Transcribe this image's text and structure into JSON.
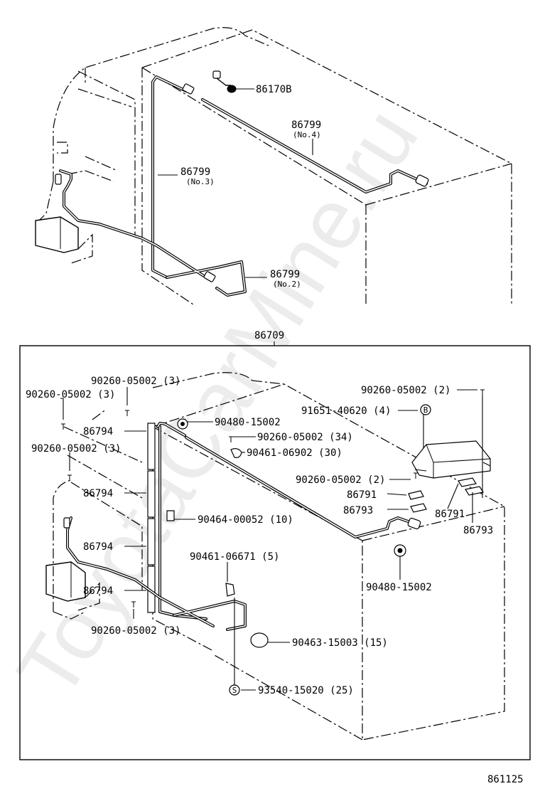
{
  "watermark": "ToyotaCarMine.ru",
  "diagram_id": "861125",
  "assembly_label": "86709",
  "top_view": {
    "labels": [
      {
        "id": "86170B",
        "text": "86170B"
      },
      {
        "id": "86799_no4",
        "text": "86799",
        "sub": "(No.4)"
      },
      {
        "id": "86799_no3",
        "text": "86799",
        "sub": "(No.3)"
      },
      {
        "id": "86799_no2",
        "text": "86799",
        "sub": "(No.2)"
      }
    ]
  },
  "detail_view": {
    "labels": [
      {
        "id": "l1",
        "text": "90260-05002 (3)"
      },
      {
        "id": "l2",
        "text": "90260-05002 (3)"
      },
      {
        "id": "l3",
        "text": "86794"
      },
      {
        "id": "l4",
        "text": "90480-15002"
      },
      {
        "id": "l5",
        "text": "90260-05002 (34)"
      },
      {
        "id": "l6",
        "text": "90461-06902 (30)"
      },
      {
        "id": "l7",
        "text": "90260-05002 (3)"
      },
      {
        "id": "l8",
        "text": "86794"
      },
      {
        "id": "l9",
        "text": "90464-00052 (10)"
      },
      {
        "id": "l10",
        "text": "86794"
      },
      {
        "id": "l11",
        "text": "90461-06671 (5)"
      },
      {
        "id": "l12",
        "text": "86794"
      },
      {
        "id": "l13",
        "text": "90260-05002 (3)"
      },
      {
        "id": "l14",
        "text": "90463-15003 (15)"
      },
      {
        "id": "l15",
        "text": "93540-15020 (25)"
      },
      {
        "id": "l16",
        "text": "90260-05002 (2)"
      },
      {
        "id": "l17",
        "text": "91651-40620 (4)"
      },
      {
        "id": "l18",
        "text": "90260-05002 (2)"
      },
      {
        "id": "l19",
        "text": "86791"
      },
      {
        "id": "l20",
        "text": "86793"
      },
      {
        "id": "l21",
        "text": "86791"
      },
      {
        "id": "l22",
        "text": "86793"
      },
      {
        "id": "l23",
        "text": "90480-15002"
      }
    ],
    "callout_b": "B",
    "callout_s": "S"
  }
}
